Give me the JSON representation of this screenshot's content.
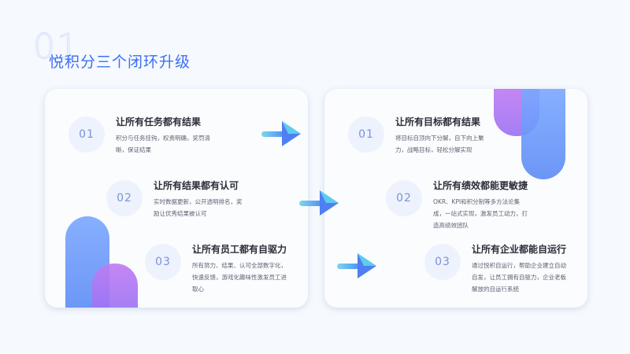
{
  "section_number": "01",
  "title": "悦积分三个闭环升级",
  "left_card": {
    "items": [
      {
        "num": "01",
        "title": "让所有任务都有结果",
        "desc": "积分与任务挂钩，权责明确，奖罚清晰，保证结果"
      },
      {
        "num": "02",
        "title": "让所有结果都有认可",
        "desc": "实时数据更新，公开透明排名，奖励让优秀结果被认可"
      },
      {
        "num": "03",
        "title": "让所有员工都有自驱力",
        "desc": "所有努力、结果、认可全部数字化，快速反馈，游戏化趣味性激发员工进取心"
      }
    ]
  },
  "right_card": {
    "items": [
      {
        "num": "01",
        "title": "让所有目标都有结果",
        "desc": "将目标自顶向下分解，自下向上聚力，战略目标，轻松分解实现"
      },
      {
        "num": "02",
        "title": "让所有绩效都能更敏捷",
        "desc": "OKR、KPI和积分制等多方法论集成，一站式实现，激发员工动力，打造高绩效团队"
      },
      {
        "num": "03",
        "title": "让所有企业都能自运行",
        "desc": "通过悦积自运行，帮助企业建立自动自发，让员工拥有自驱力，企业老板解放的自运行系统"
      }
    ]
  },
  "colors": {
    "accent": "#3c6ff5",
    "blue": "#5b8bf5",
    "purple": "#a774f4"
  }
}
